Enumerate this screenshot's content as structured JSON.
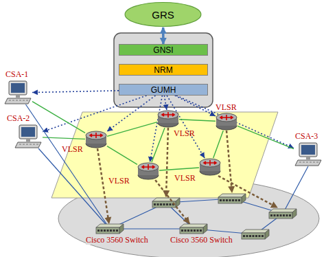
{
  "diagram": {
    "nodes": [
      {
        "text": [
          "GRS"
        ]
      },
      {
        "text": [
          "GNSI"
        ]
      },
      {
        "text": [
          "NRM"
        ]
      },
      {
        "text": [
          "GUMH"
        ]
      },
      {
        "text": [
          "CSA-1"
        ]
      },
      {
        "text": [
          "CSA-2"
        ]
      },
      {
        "text": [
          "CSA-3"
        ]
      },
      {
        "text": [
          "VLSR"
        ]
      },
      {
        "text": [
          "VLSR"
        ]
      },
      {
        "text": [
          "VLSR"
        ]
      },
      {
        "text": [
          "VLSR"
        ]
      },
      {
        "text": [
          "VLSR"
        ]
      },
      {
        "text": [
          "Cisco 3560 Switch"
        ]
      },
      {
        "text": [
          "Cisco 3560 Switch"
        ]
      }
    ],
    "edges": [
      {
        "from": 0,
        "to": 1,
        "arrow": "both"
      },
      {
        "from": 3,
        "to": 4,
        "arrow": "to"
      },
      {
        "from": 3,
        "to": 5,
        "arrow": "to"
      },
      {
        "from": 3,
        "to": 6,
        "arrow": "to"
      },
      {
        "from": 3,
        "to": 7,
        "arrow": "to"
      },
      {
        "from": 3,
        "to": 8,
        "arrow": "to"
      },
      {
        "from": 3,
        "to": 9,
        "arrow": "to"
      },
      {
        "from": 3,
        "to": 10,
        "arrow": "to"
      },
      {
        "from": 3,
        "to": 11,
        "arrow": "to"
      },
      {
        "from": 4,
        "to": 7,
        "arrow": "none"
      },
      {
        "from": 5,
        "to": 7,
        "arrow": "none"
      },
      {
        "from": 6,
        "to": 9,
        "arrow": "none"
      },
      {
        "from": 7,
        "to": 8,
        "arrow": "none"
      },
      {
        "from": 7,
        "to": 10,
        "arrow": "none"
      },
      {
        "from": 8,
        "to": 9,
        "arrow": "none"
      },
      {
        "from": 8,
        "to": 10,
        "arrow": "none"
      },
      {
        "from": 10,
        "to": 11,
        "arrow": "none"
      },
      {
        "from": 9,
        "to": 11,
        "arrow": "none"
      },
      {
        "from": 7,
        "to": 12,
        "arrow": "to"
      },
      {
        "from": 10,
        "to": 13,
        "arrow": "to"
      },
      {
        "from": 4,
        "to": 12,
        "arrow": "none"
      },
      {
        "from": 5,
        "to": 12,
        "arrow": "none"
      },
      {
        "from": 12,
        "to": 13,
        "arrow": "none"
      }
    ]
  }
}
